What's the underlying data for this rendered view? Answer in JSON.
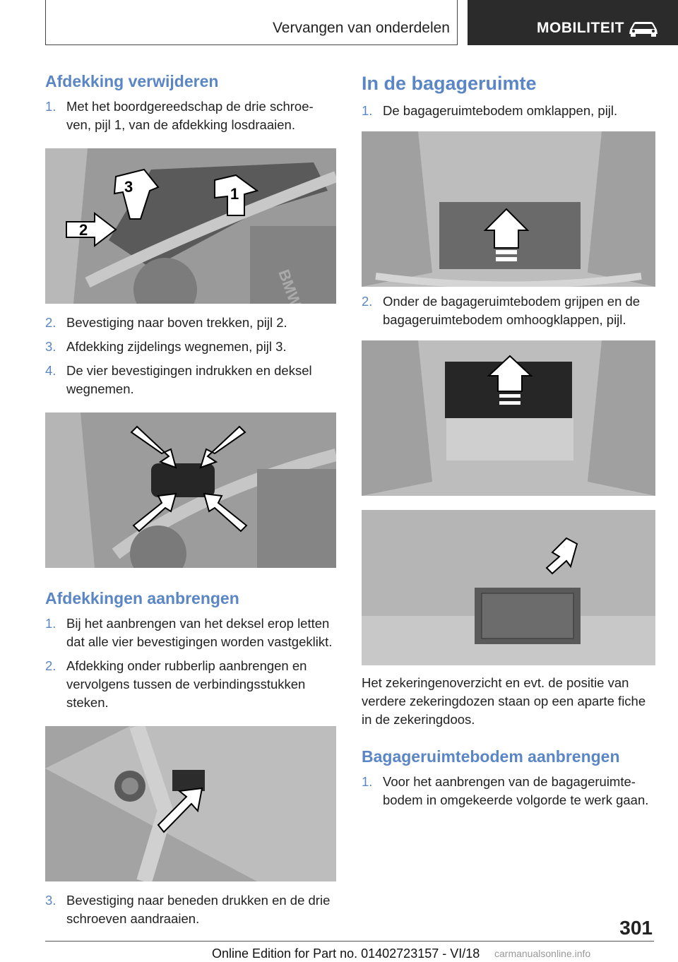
{
  "header": {
    "chapter": "Vervangen van onderdelen",
    "section": "MOBILITEIT",
    "icon": "car-icon"
  },
  "left": {
    "heading1": "Afdekking verwijderen",
    "steps1": [
      {
        "n": "1.",
        "t": "Met het boordgereedschap de drie schroe‐ven, pijl 1, van de afdekking losdraaien."
      }
    ],
    "steps1b": [
      {
        "n": "2.",
        "t": "Bevestiging naar boven trekken, pijl 2."
      },
      {
        "n": "3.",
        "t": "Afdekking zijdelings wegnemen, pijl 3."
      },
      {
        "n": "4.",
        "t": "De vier bevestigingen indrukken en deksel wegnemen."
      }
    ],
    "heading2": "Afdekkingen aanbrengen",
    "steps2": [
      {
        "n": "1.",
        "t": "Bij het aanbrengen van het deksel erop letten dat alle vier bevestigingen worden vastgeklikt."
      },
      {
        "n": "2.",
        "t": "Afdekking onder rubberlip aanbrengen en vervolgens tussen de verbindingsstukken steken."
      }
    ],
    "steps2b": [
      {
        "n": "3.",
        "t": "Bevestiging naar beneden drukken en de drie schroeven aandraaien."
      }
    ],
    "fig1_labels": [
      "3",
      "1",
      "2"
    ],
    "fig1_brand": "BMW"
  },
  "right": {
    "heading1": "In de bagageruimte",
    "steps1": [
      {
        "n": "1.",
        "t": "De bagageruimtebodem omklappen, pijl."
      }
    ],
    "steps1b": [
      {
        "n": "2.",
        "t": "Onder de bagageruimtebodem grijpen en de bagageruimtebodem omhoogklappen, pijl."
      }
    ],
    "note": "Het zekeringenoverzicht en evt. de positie van verdere zekeringdozen staan op een aparte fiche in de zekeringdoos.",
    "heading2": "Bagageruimtebodem aanbrengen",
    "steps2": [
      {
        "n": "1.",
        "t": "Voor het aanbrengen van de bagageruimte‐bodem in omgekeerde volgorde te werk gaan."
      }
    ]
  },
  "footer": {
    "page": "301",
    "edition": "Online Edition for Part no. 01402723157 - VI/18",
    "watermark": "carmanualsonline.info"
  }
}
